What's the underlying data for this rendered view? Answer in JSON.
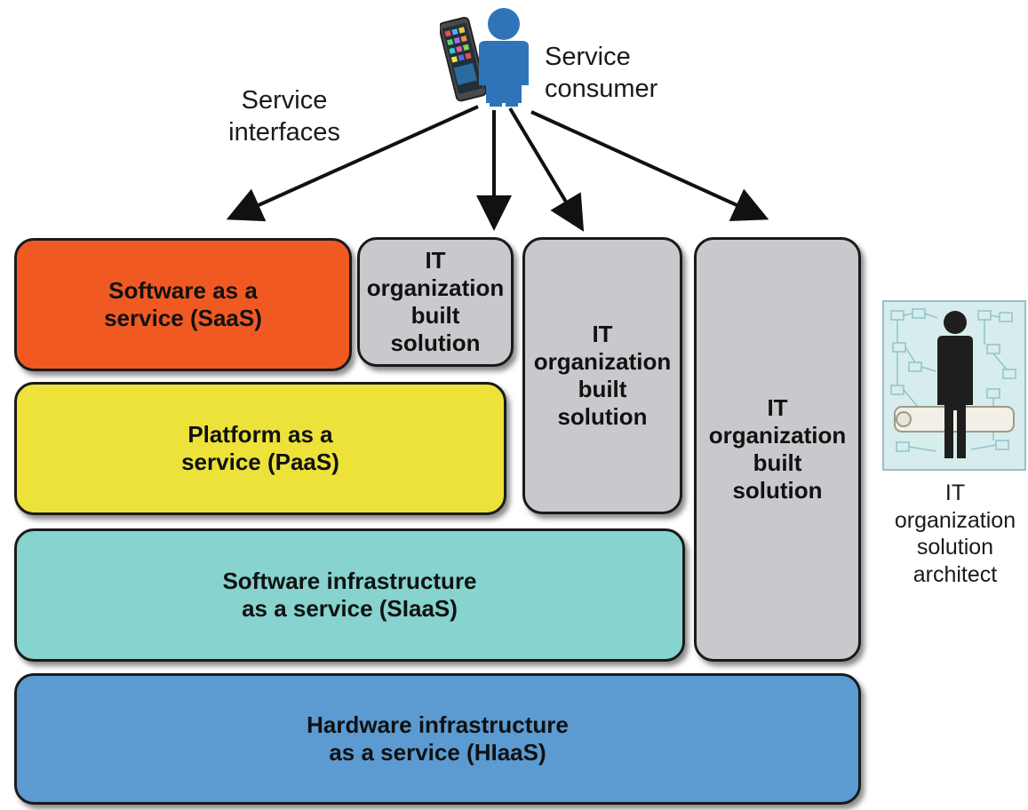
{
  "consumer": {
    "label": "Service\nconsumer",
    "icon": "person-with-tablet-icon"
  },
  "interfaces": {
    "label": "Service\ninterfaces"
  },
  "architect": {
    "label": "IT\norganization\nsolution\narchitect",
    "icon": "architect-blueprint-icon"
  },
  "boxes": {
    "saas": {
      "label": "Software as a\nservice (SaaS)",
      "color": "#f05a22"
    },
    "paas": {
      "label": "Platform as a\nservice (PaaS)",
      "color": "#ece23a"
    },
    "siaas": {
      "label": "Software infrastructure\nas a service (SIaaS)",
      "color": "#86d3cf"
    },
    "hiaas": {
      "label": "Hardware infrastructure\nas a service (HIaaS)",
      "color": "#5b9bd2"
    },
    "it1": {
      "label": "IT\norganization\nbuilt\nsolution",
      "color": "#c9c9cd"
    },
    "it2": {
      "label": "IT\norganization\nbuilt\nsolution",
      "color": "#c9c9cd"
    },
    "it3": {
      "label": "IT\norganization\nbuilt\nsolution",
      "color": "#c9c9cd"
    }
  },
  "colors": {
    "arrow": "#111111",
    "person": "#2f74b8",
    "architect_person": "#1e1e1e"
  }
}
